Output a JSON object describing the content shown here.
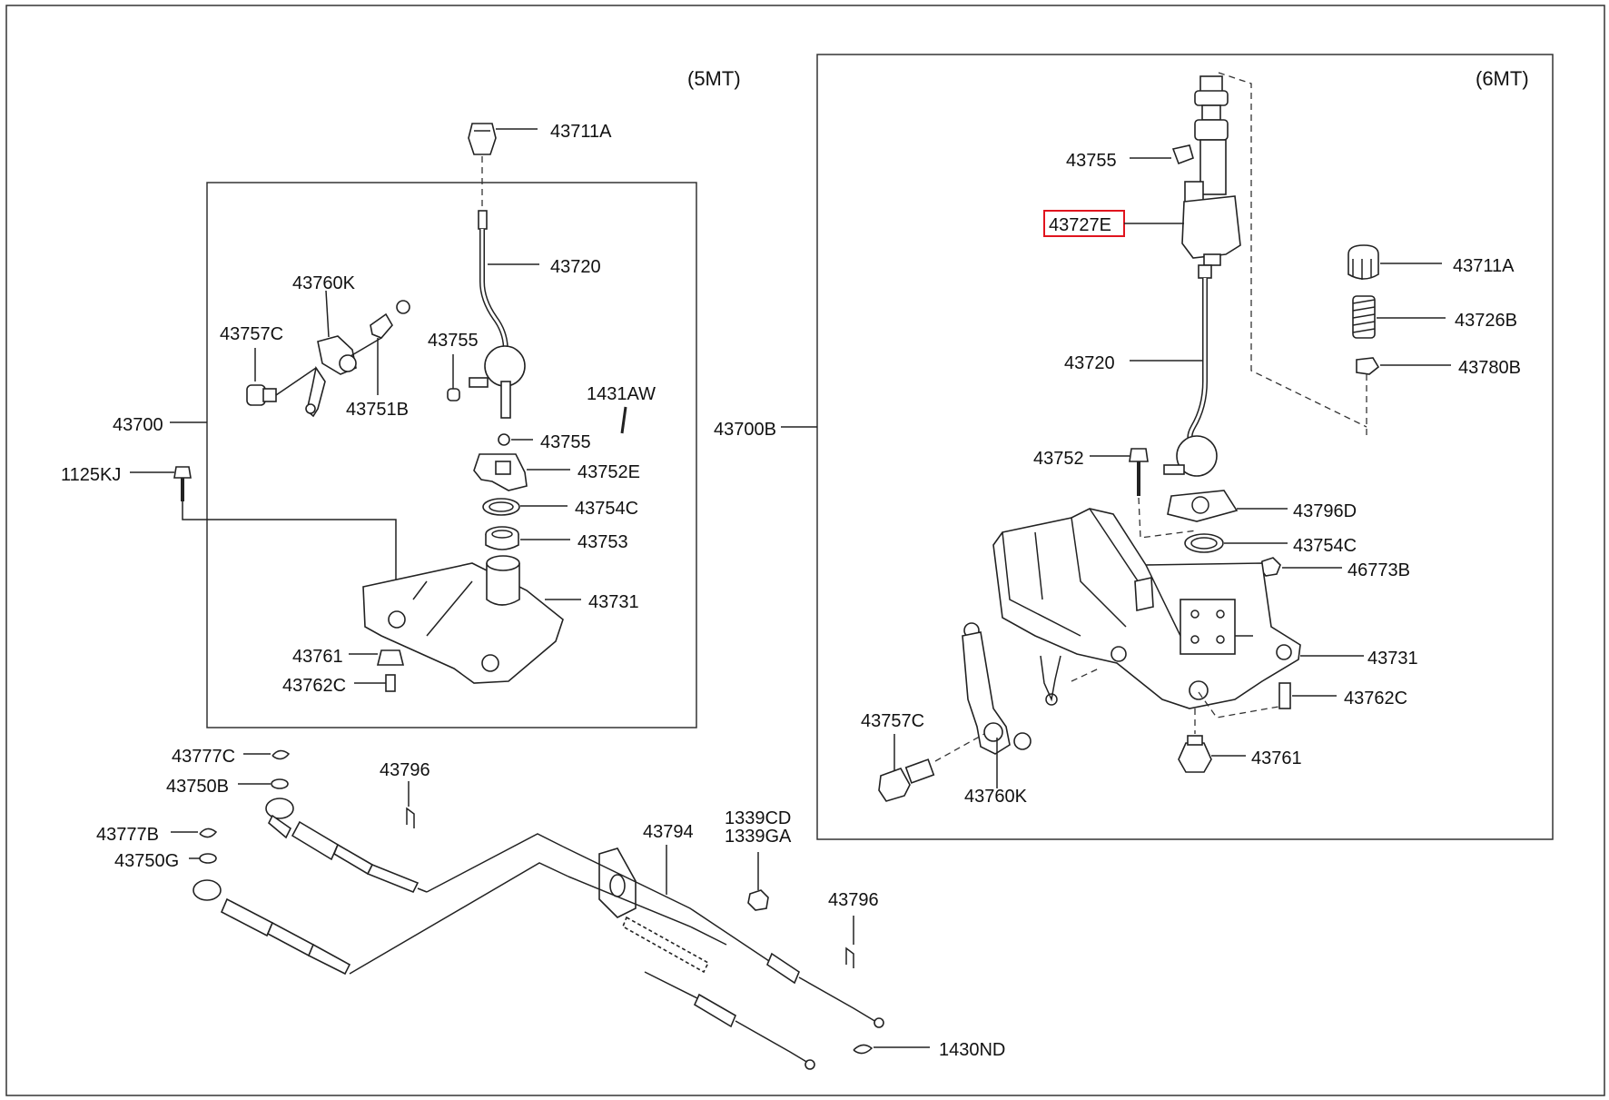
{
  "diagram": {
    "sections": {
      "left": "(5MT)",
      "right": "(6MT)"
    },
    "highlighted_part": "43727E",
    "labels": {
      "l_43711A": "43711A",
      "l_43720": "43720",
      "l_43760K": "43760K",
      "l_43757C": "43757C",
      "l_43755a": "43755",
      "l_43751B": "43751B",
      "l_1431AW": "1431AW",
      "l_43700": "43700",
      "l_43755b": "43755",
      "l_1125KJ": "1125KJ",
      "l_43752E": "43752E",
      "l_43754C": "43754C",
      "l_43753": "43753",
      "l_43731": "43731",
      "l_43761": "43761",
      "l_43762C": "43762C",
      "l_43777C": "43777C",
      "l_43750B": "43750B",
      "l_43796a": "43796",
      "l_43777B": "43777B",
      "l_43750G": "43750G",
      "l_43794": "43794",
      "l_1339CD": "1339CD",
      "l_1339GA": "1339GA",
      "l_43796b": "43796",
      "l_1430ND": "1430ND",
      "r_43755": "43755",
      "r_43727E": "43727E",
      "r_43711A": "43711A",
      "r_43726B": "43726B",
      "r_43780B": "43780B",
      "r_43720": "43720",
      "r_43700B": "43700B",
      "r_43752": "43752",
      "r_43796D": "43796D",
      "r_43754C": "43754C",
      "r_46773B": "46773B",
      "r_43731": "43731",
      "r_43762C": "43762C",
      "r_43757C": "43757C",
      "r_43761": "43761",
      "r_43760K": "43760K"
    }
  }
}
